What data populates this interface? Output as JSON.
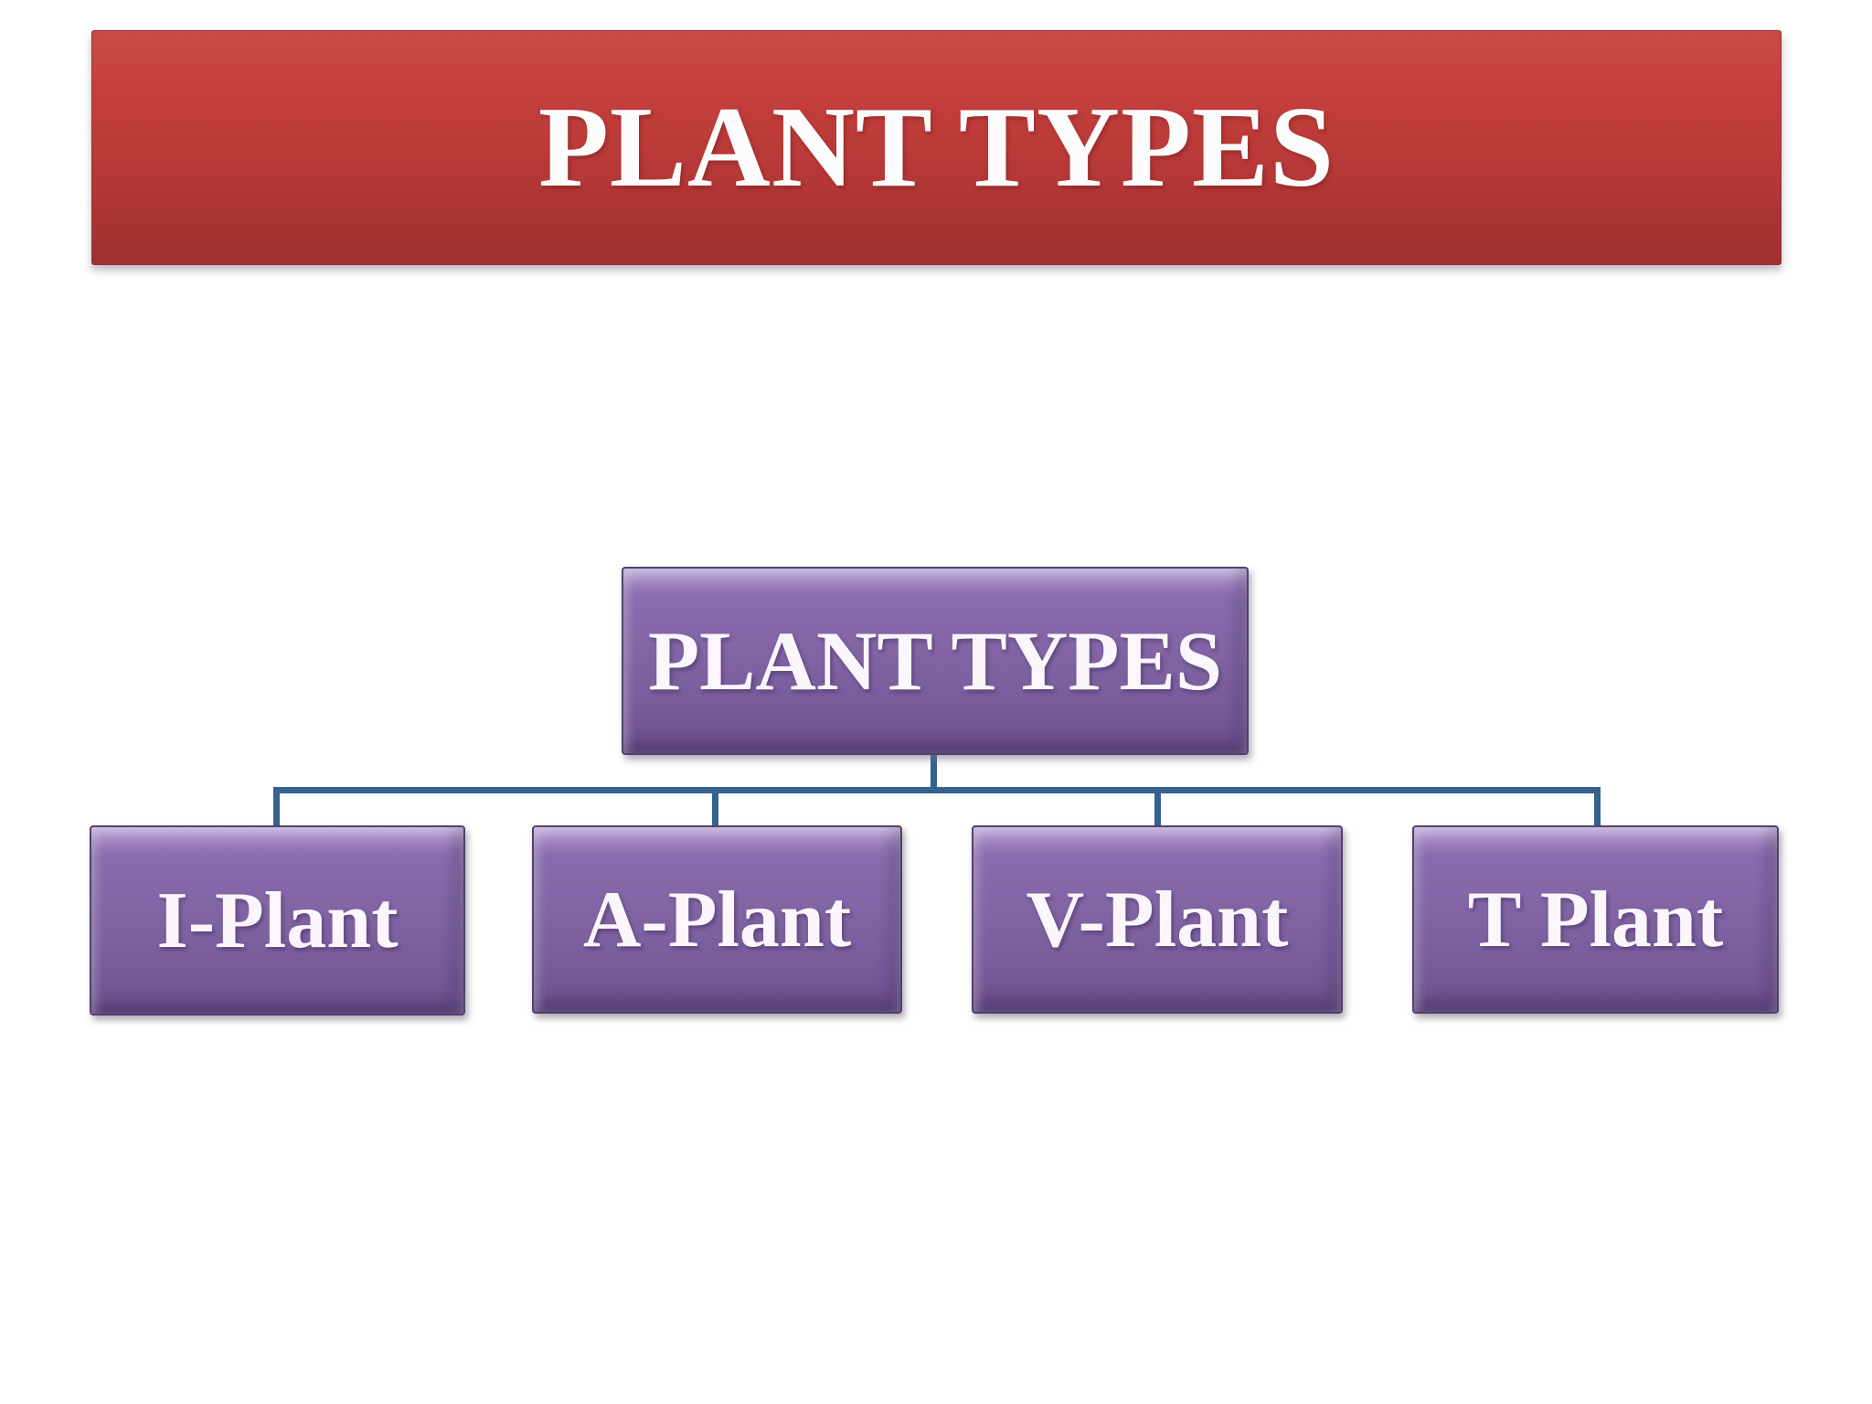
{
  "slide": {
    "banner": {
      "title": "PLANT TYPES"
    },
    "diagram": {
      "root": {
        "label": "PLANT TYPES"
      },
      "children": [
        {
          "label": "I-Plant"
        },
        {
          "label": "A-Plant"
        },
        {
          "label": "V-Plant"
        },
        {
          "label": "T Plant"
        }
      ]
    },
    "colors": {
      "banner_red": "#b93a38",
      "node_purple": "#8164a4",
      "node_border": "#52416c",
      "connector_blue": "#35628f",
      "text_white": "#faf6fc",
      "background": "#ffffff"
    }
  }
}
